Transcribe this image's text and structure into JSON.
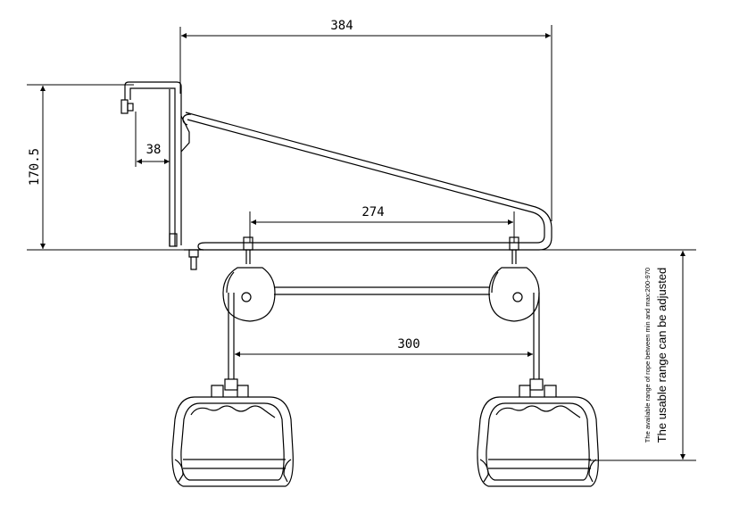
{
  "dimensions": {
    "overall_width": "384",
    "height": "170.5",
    "bracket_offset": "38",
    "pulley_spacing_top": "274",
    "pulley_spacing_bottom": "300"
  },
  "notes": {
    "range_small": "The available range of rope between min and max:200-970",
    "range_large": "The usable range can be adjusted"
  },
  "colors": {
    "line": "#000000",
    "background": "#ffffff"
  }
}
